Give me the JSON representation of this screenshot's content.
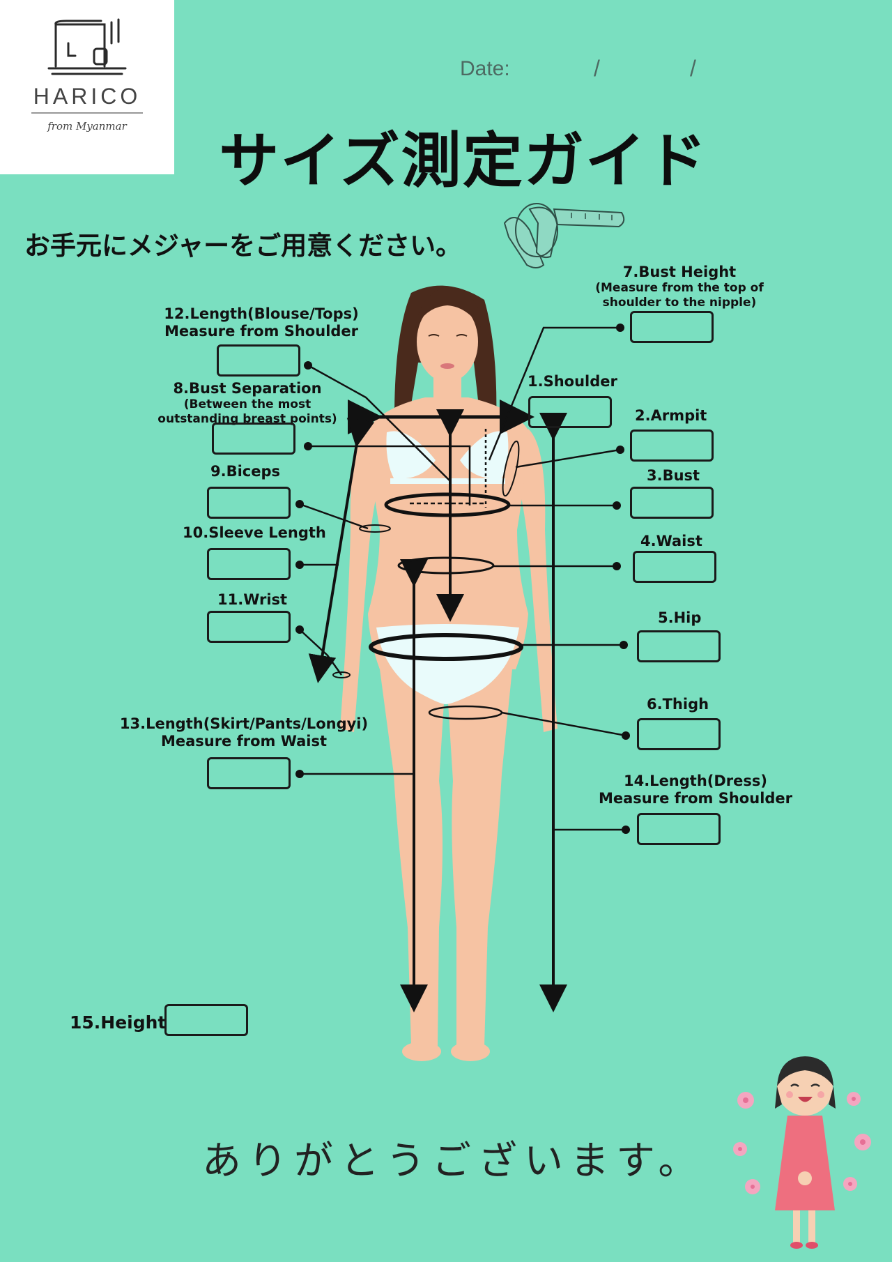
{
  "brand": {
    "name": "HARICO",
    "tagline": "from Myanmar"
  },
  "date": {
    "label": "Date:",
    "separator": "/"
  },
  "title": "サイズ測定ガイド",
  "subtitle": "お手元にメジャーをご用意ください。",
  "measurements": {
    "m1": {
      "label": "1.Shoulder"
    },
    "m2": {
      "label": "2.Armpit"
    },
    "m3": {
      "label": "3.Bust"
    },
    "m4": {
      "label": "4.Waist"
    },
    "m5": {
      "label": "5.Hip"
    },
    "m6": {
      "label": "6.Thigh"
    },
    "m7": {
      "label": "7.Bust Height",
      "note": "(Measure from the top of shoulder to the nipple)"
    },
    "m8": {
      "label": "8.Bust Separation",
      "note": "(Between the most outstanding breast points)"
    },
    "m9": {
      "label": "9.Biceps"
    },
    "m10": {
      "label": "10.Sleeve Length"
    },
    "m11": {
      "label": "11.Wrist"
    },
    "m12": {
      "label": "12.Length(Blouse/Tops)",
      "note": "Measure from Shoulder"
    },
    "m13": {
      "label": "13.Length(Skirt/Pants/Longyi)",
      "note": "Measure from Waist"
    },
    "m14": {
      "label": "14.Length(Dress)",
      "note": "Measure from Shoulder"
    },
    "m15": {
      "label": "15.Height"
    }
  },
  "thanks": "ありがとうございます。",
  "colors": {
    "background": "#7ADFC0",
    "skin": "#F6C3A3",
    "hair": "#4a2a1c",
    "underwear": "#E9FBFB",
    "ink": "#111111"
  }
}
